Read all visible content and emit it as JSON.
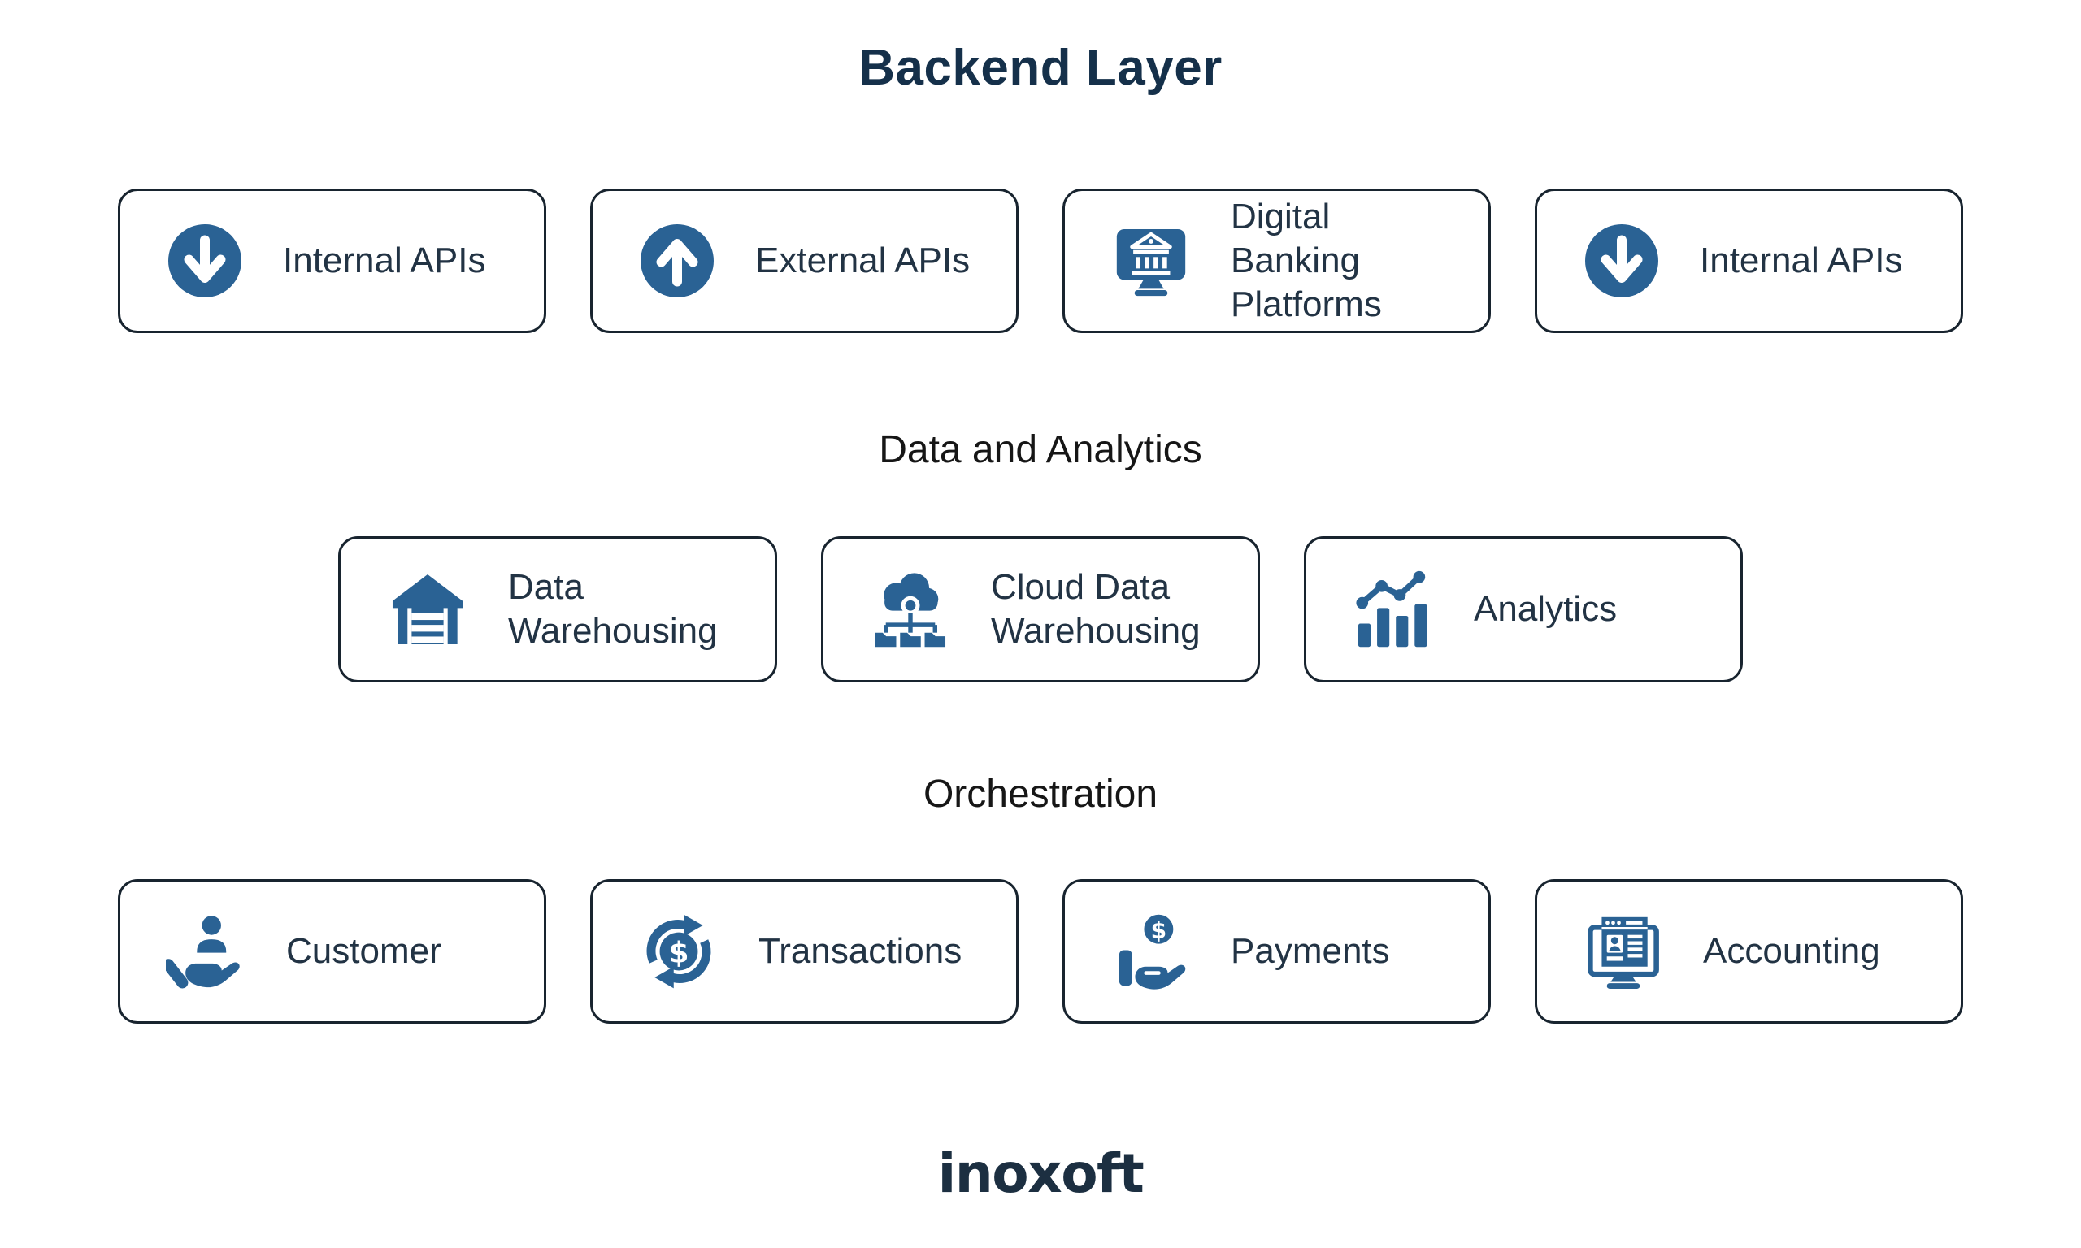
{
  "title": "Backend Layer",
  "colors": {
    "accent": "#2a6294",
    "border-color": "#18242f",
    "title-color": "#15304a",
    "section-color": "#161616",
    "label-color": "#223344",
    "logo-color": "#1c2f41",
    "bg": "#ffffff"
  },
  "rows": {
    "backend": {
      "cards": [
        {
          "label": "Internal APIs",
          "icon": "arrow-down-circle"
        },
        {
          "label": "External APIs",
          "icon": "arrow-up-circle"
        },
        {
          "label": "Digital Banking Platforms",
          "icon": "digital-banking-monitor"
        },
        {
          "label": "Internal APIs",
          "icon": "arrow-down-circle"
        }
      ]
    },
    "data_analytics": {
      "label": "Data and Analytics",
      "cards": [
        {
          "label": "Data Warehousing",
          "icon": "warehouse"
        },
        {
          "label": "Cloud Data Warehousing",
          "icon": "cloud-network"
        },
        {
          "label": "Analytics",
          "icon": "bar-chart-trend"
        }
      ]
    },
    "orchestration": {
      "label": "Orchestration",
      "cards": [
        {
          "label": "Customer",
          "icon": "hand-holding-person"
        },
        {
          "label": "Transactions",
          "icon": "dollar-sync-arrows"
        },
        {
          "label": "Payments",
          "icon": "hand-holding-dollar"
        },
        {
          "label": "Accounting",
          "icon": "monitor-profile-document"
        }
      ]
    }
  },
  "footer": {
    "logo": "inoxoft"
  }
}
